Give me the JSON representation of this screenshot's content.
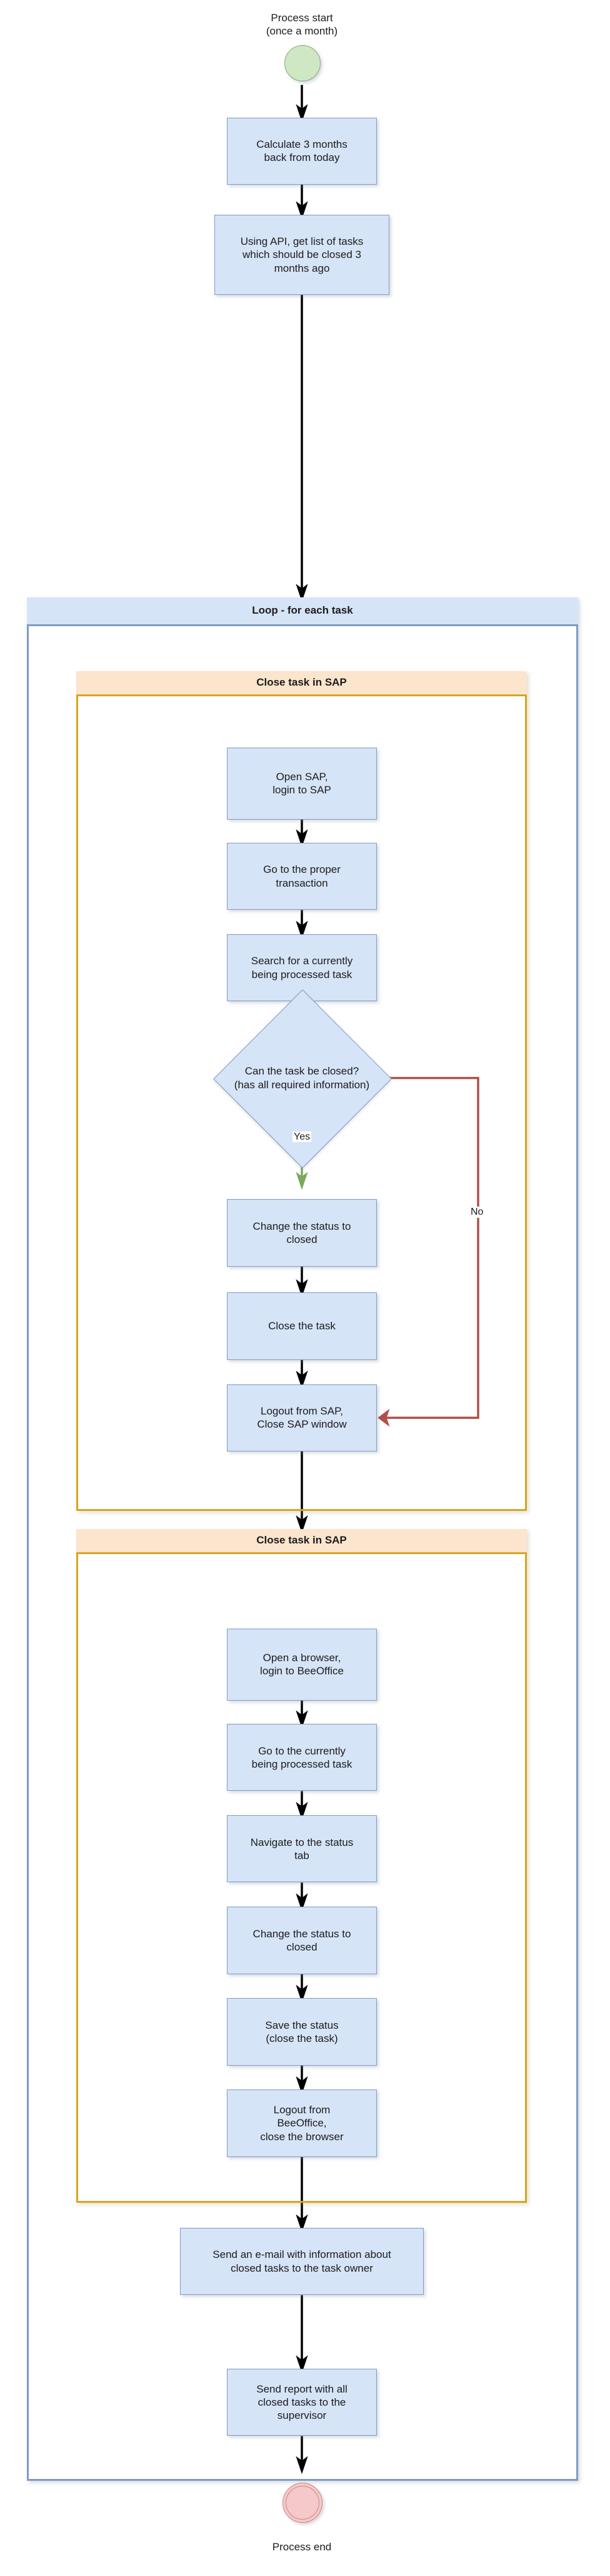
{
  "diagram": {
    "type": "flowchart",
    "orientation": "top-to-bottom",
    "title_caption_top": "Process start\n(once a month)",
    "title_caption_bottom": "Process end"
  },
  "colors": {
    "process_fill": "#d6e4f7",
    "process_stroke": "#7f9bc4",
    "start_fill": "#cfe7c2",
    "start_stroke": "#86ab74",
    "end_fill": "#f5c9c9",
    "end_stroke": "#c98686",
    "loop_header_fill": "#d6e4f7",
    "loop_stroke": "#7d9bc6",
    "sap_header_fill": "#fce5cd",
    "sap_stroke": "#d7a521",
    "flow_arrow": "#000000",
    "yes_arrow": "#7aa95c",
    "no_arrow": "#b0504a"
  },
  "nodes": {
    "start_caption": "Process start\n(once a month)",
    "calc_months": "Calculate 3 months\nback from today",
    "api_tasks": "Using API, get list of tasks\nwhich should be closed 3\nmonths ago",
    "loop_title": "Loop - for each task",
    "sap_group_1_title": "Close task in SAP",
    "open_sap": "Open SAP,\nlogin to SAP",
    "proper_transaction": "Go to the proper\ntransaction",
    "search_task": "Search for a currently\nbeing processed task",
    "decision": "Can the task be closed?\n(has all required information)",
    "change_status_sap": "Change the status to\nclosed",
    "close_task": "Close the task",
    "logout_sap": "Logout from SAP,\nClose SAP window",
    "sap_group_2_title": "Close task in SAP",
    "open_browser": "Open a browser,\nlogin to BeeOffice",
    "goto_task": "Go to the currently\nbeing processed task",
    "navigate_status_tab": "Navigate to the status\ntab",
    "change_status_bee": "Change the status to\nclosed",
    "save_status": "Save the status\n(close the task)",
    "logout_bee": "Logout from\nBeeOffice,\nclose the browser",
    "send_email": "Send an e-mail with information about\nclosed tasks to the task owner",
    "send_report": "Send report with all\nclosed tasks to the\nsupervisor",
    "end_caption": "Process end"
  },
  "edge_labels": {
    "yes": "Yes",
    "no": "No"
  }
}
